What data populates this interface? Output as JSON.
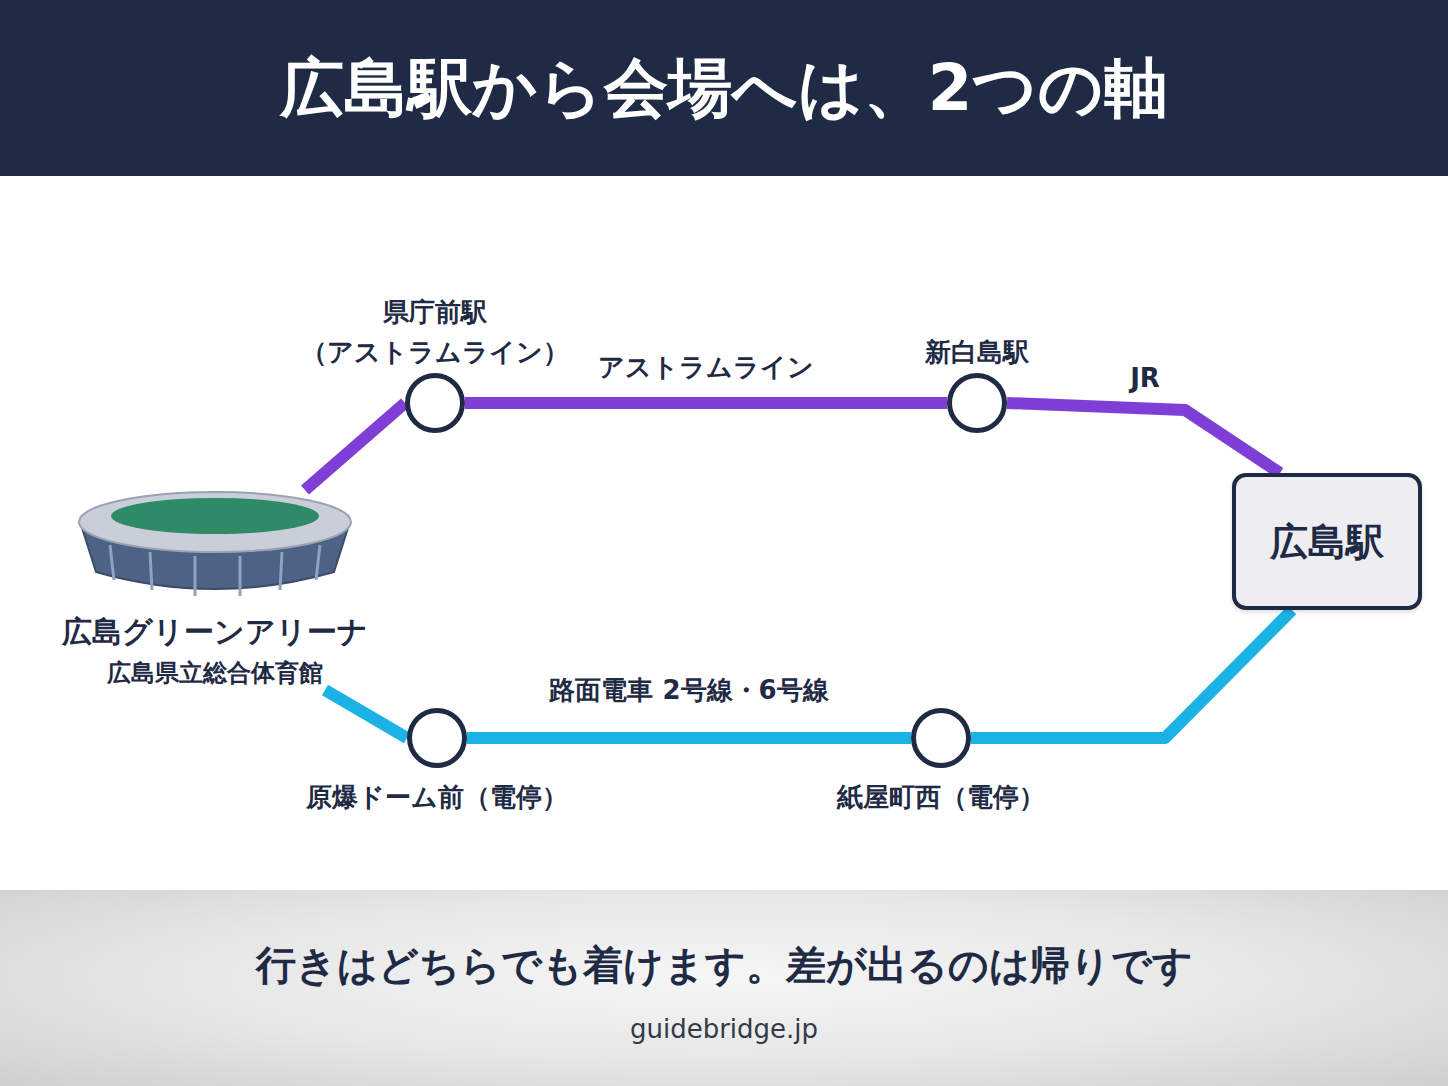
{
  "diagram": {
    "title": "広島駅から会場へは、2つの軸",
    "caption": "行きはどちらでも着けます。差が出るのは帰りです",
    "nodes": [
      {
        "text": [
          "広島グリーンアリーナ",
          "広島県立総合体育館"
        ]
      },
      {
        "text": [
          "県庁前駅 （アストラムライン）"
        ]
      },
      {
        "text": [
          "新白島駅"
        ]
      },
      {
        "text": [
          "広島駅"
        ]
      },
      {
        "text": [
          "原爆ドーム前（電停）"
        ]
      },
      {
        "text": [
          "紙屋町西（電停）"
        ]
      }
    ],
    "edges": [
      {
        "from": 0,
        "to": 1,
        "arrow": "none"
      },
      {
        "from": 1,
        "to": 2,
        "label": "アストラムライン",
        "arrow": "none"
      },
      {
        "from": 2,
        "to": 3,
        "label": "JR",
        "arrow": "none"
      },
      {
        "from": 0,
        "to": 4,
        "arrow": "none"
      },
      {
        "from": 4,
        "to": 5,
        "label": "路面電車 2号線・6号線",
        "arrow": "none"
      },
      {
        "from": 5,
        "to": 3,
        "arrow": "none"
      }
    ],
    "labels": [
      "guidebridge.jp"
    ]
  }
}
